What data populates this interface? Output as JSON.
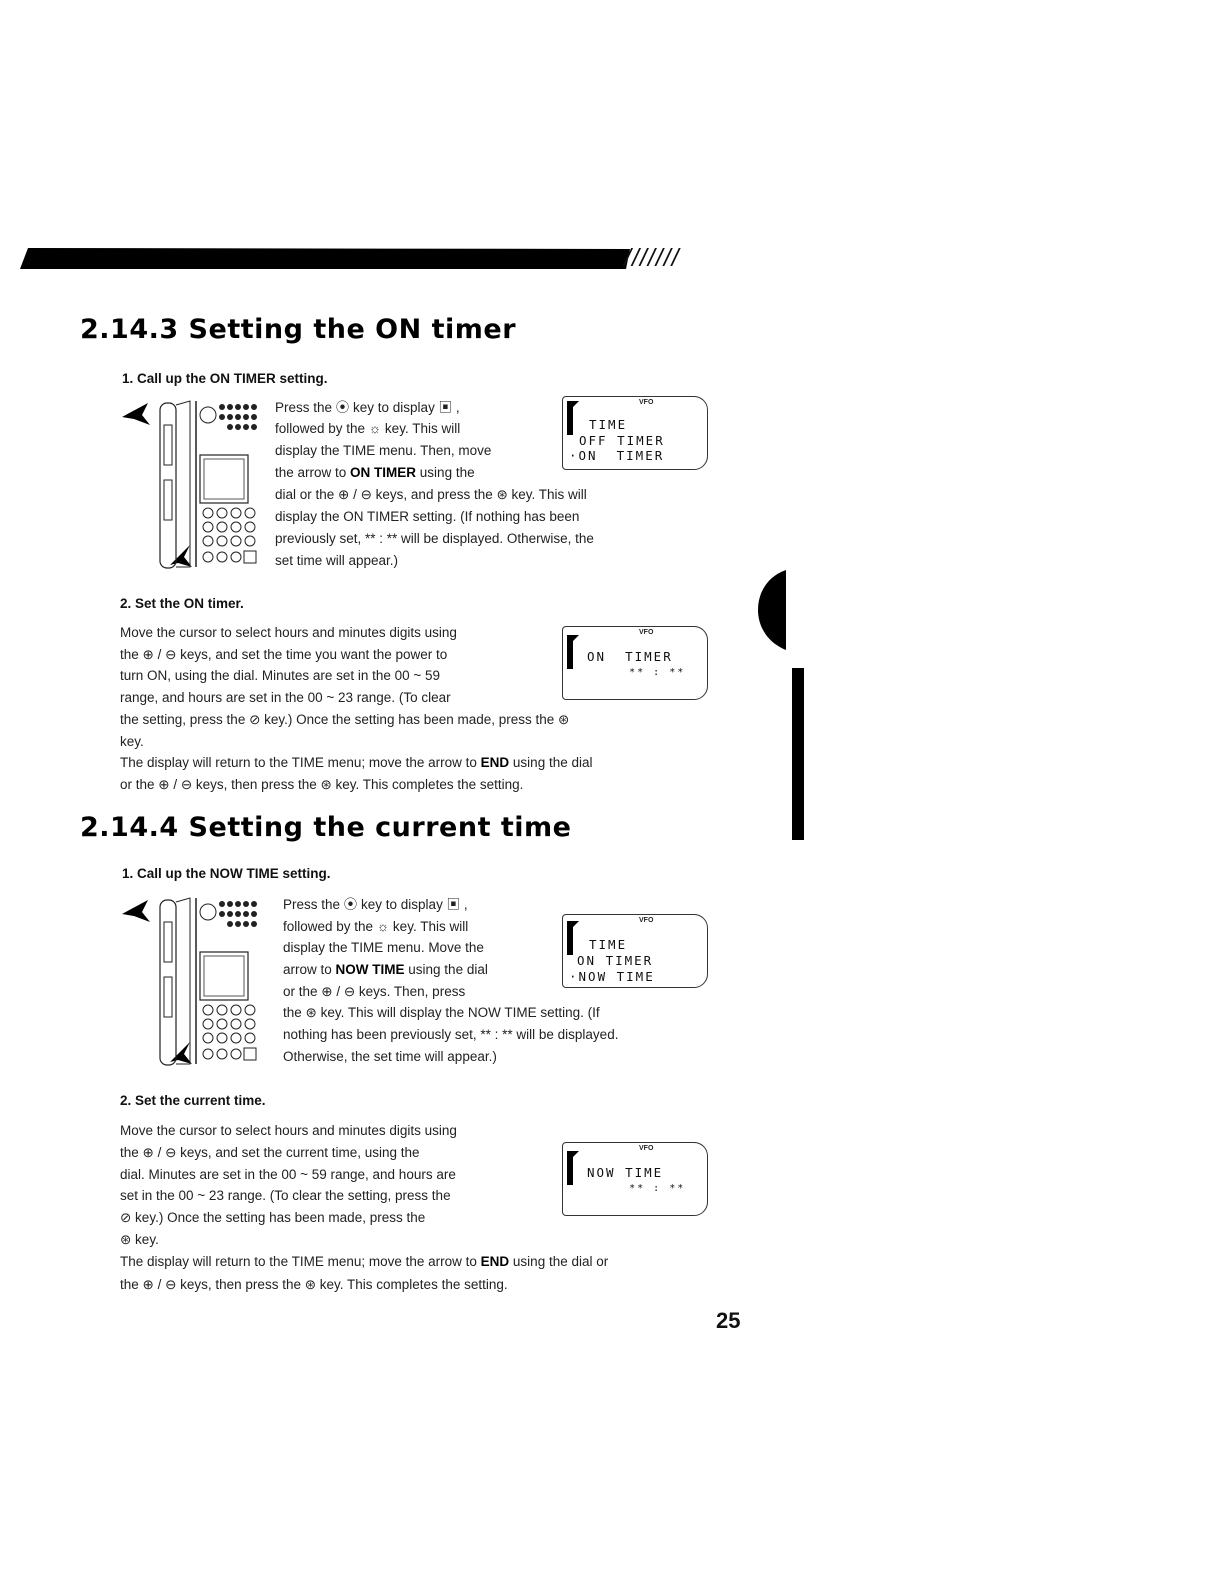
{
  "header_rule": {
    "hatch": "///////"
  },
  "section1": {
    "heading": "2.14.3 Setting the ON timer",
    "step1_title": "1. Call up the ON TIMER setting.",
    "step1_lines": [
      "Press the ⦿ key to display ▣ ,",
      "followed by the ☼ key. This will",
      "display the TIME menu. Then, move",
      "the arrow to |ON TIMER| using the",
      "dial or the ⊕ / ⊖ keys, and press the ⊛ key. This will",
      "display the ON TIMER setting. (If nothing has been",
      "previously set, ** : ** will be displayed. Otherwise, the",
      "set time will appear.)"
    ],
    "lcd1": {
      "vfo": "VFO",
      "lines": [
        "TIME",
        "OFF TIMER",
        "·ON  TIMER"
      ]
    },
    "step2_title": "2. Set the ON timer.",
    "step2_lines": [
      "Move the cursor to select hours and minutes digits using",
      "the ⊕ / ⊖ keys, and set the time you want the power to",
      "turn ON, using the dial. Minutes are set in the 00 ~ 59",
      "range, and hours are set in the 00 ~ 23 range. (To clear",
      "the setting, press the ⊘ key.) Once the setting has been made, press the ⊛",
      "key.",
      "The display will return to the TIME menu; move the arrow to |END| using the dial",
      "or the ⊕ / ⊖ keys, then press the ⊛ key. This completes the setting."
    ],
    "lcd2": {
      "vfo": "VFO",
      "lines": [
        "ON  TIMER",
        "      ** : **"
      ]
    }
  },
  "section2": {
    "heading": "2.14.4 Setting the current time",
    "step1_title": "1. Call up the NOW TIME setting.",
    "step1_lines": [
      "Press the ⦿ key to display ▣ ,",
      "followed by the ☼ key. This will",
      "display the TIME menu. Move the",
      "arrow to |NOW TIME| using the dial",
      "or the ⊕ / ⊖ keys. Then, press",
      "the ⊛ key. This will display the NOW TIME setting. (If",
      "nothing has been previously set, ** : ** will be displayed.",
      "Otherwise, the set time will appear.)"
    ],
    "lcd3": {
      "vfo": "VFO",
      "lines": [
        "TIME",
        "ON TIMER",
        "·NOW TIME"
      ]
    },
    "step2_title": "2. Set the current time.",
    "step2_lines": [
      "Move the cursor to select hours and minutes digits using",
      "the ⊕ / ⊖ keys, and set the current time, using the",
      "dial. Minutes are set in the 00 ~ 59 range, and hours are",
      "set in the 00 ~ 23 range. (To clear the setting, press the",
      "⊘ key.) Once the setting has been made, press the",
      "⊛ key.",
      "The display will return to the TIME menu; move the arrow to |END| using the dial or",
      "the ⊕ / ⊖ keys, then press the ⊛ key. This completes the setting."
    ],
    "lcd4": {
      "vfo": "VFO",
      "lines": [
        "NOW TIME",
        "      ** : **"
      ]
    }
  },
  "page_number": "25"
}
